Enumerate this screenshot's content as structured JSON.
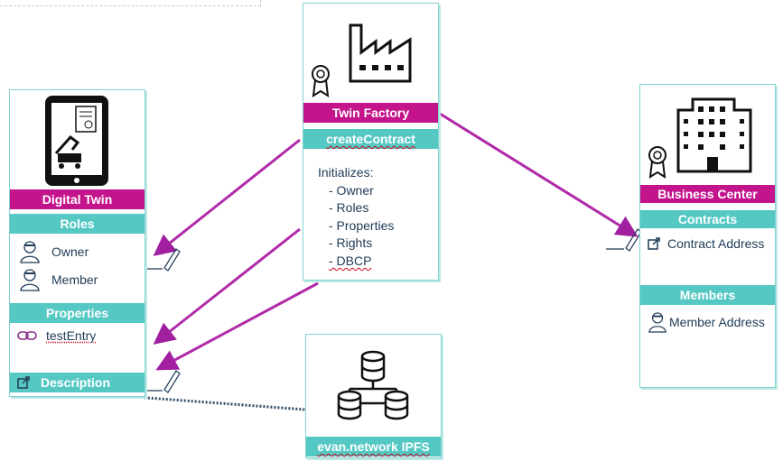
{
  "digital_twin": {
    "title": "Digital Twin",
    "roles_header": "Roles",
    "roles": [
      "Owner",
      "Member"
    ],
    "properties_header": "Properties",
    "property_entry": "testEntry",
    "description": "Description"
  },
  "twin_factory": {
    "title": "Twin Factory",
    "function": "createContract",
    "initializes_label": "Initializes:",
    "items": [
      "- Owner",
      "- Roles",
      "- Properties",
      "- Rights",
      "- DBCP"
    ]
  },
  "business_center": {
    "title": "Business Center",
    "contracts_header": "Contracts",
    "contract_address": "Contract Address",
    "members_header": "Members",
    "member_address": "Member Address"
  },
  "ipfs": {
    "title": "evan.network IPFS"
  },
  "colors": {
    "magenta": "#c3148c",
    "teal": "#55c8c4",
    "text": "#1f3b57"
  }
}
